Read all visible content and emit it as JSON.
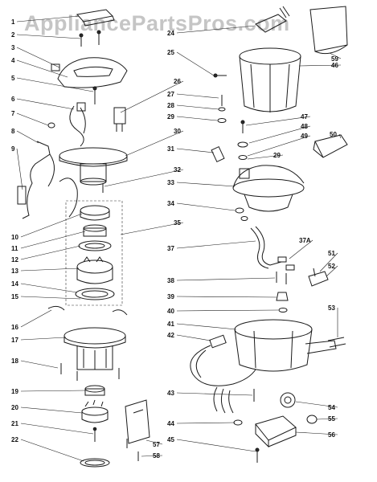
{
  "watermark": "AppliancePartsPros.com",
  "colors": {
    "ink": "#1a1a1a",
    "watermark": "#969696",
    "background": "#ffffff"
  },
  "left_callouts": [
    "1",
    "2",
    "3",
    "4",
    "5",
    "6",
    "7",
    "8",
    "9",
    "10",
    "11",
    "12",
    "13",
    "14",
    "15",
    "16",
    "17",
    "18",
    "19",
    "20",
    "21",
    "22"
  ],
  "left_center_callouts": [
    "26",
    "30",
    "32",
    "35"
  ],
  "right_callouts": [
    "24",
    "25",
    "27",
    "28",
    "29",
    "31",
    "33",
    "34",
    "37",
    "38",
    "39",
    "40",
    "41",
    "42",
    "43",
    "44",
    "45"
  ],
  "right_side_callouts": [
    "59",
    "46",
    "47",
    "48",
    "49",
    "50",
    "29",
    "37A",
    "51",
    "52",
    "53",
    "54",
    "55",
    "56"
  ],
  "bottom_callouts": [
    "57",
    "58"
  ]
}
